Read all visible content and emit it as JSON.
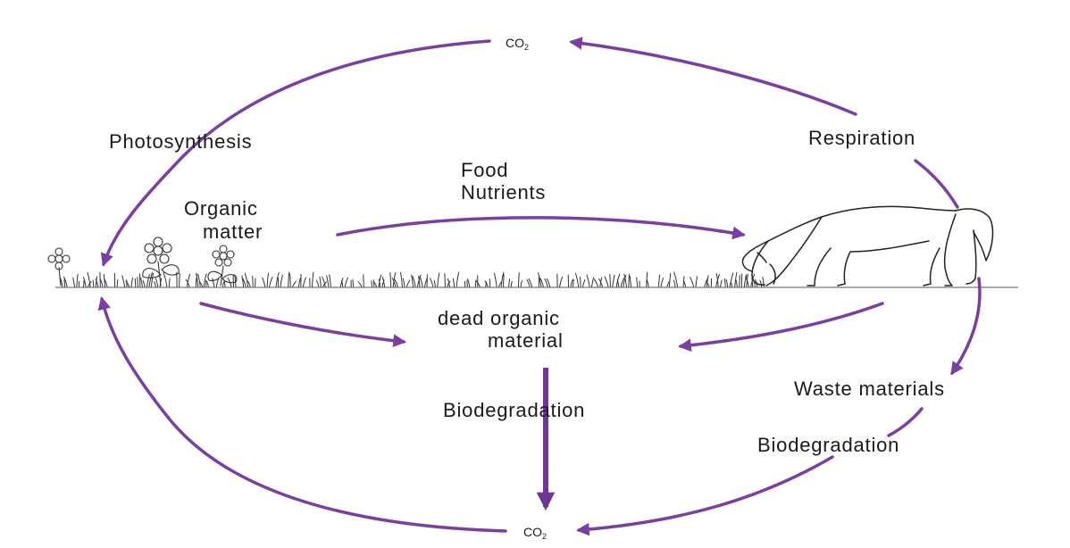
{
  "diagram": {
    "top_gas": {
      "text": "CO",
      "subscript": "2"
    },
    "bottom_gas": {
      "text": "CO",
      "subscript": "2"
    },
    "labels": {
      "photosynthesis": "Photosynthesis",
      "respiration": "Respiration",
      "food": "Food",
      "nutrients": "Nutrients",
      "organic": "Organic",
      "matter": "matter",
      "dead_organic": "dead organic",
      "material": "material",
      "biodegradation_center": "Biodegradation",
      "waste_materials": "Waste materials",
      "biodegradation_right": "Biodegradation"
    },
    "colors": {
      "arrow": "#7a3fa0",
      "ink": "#222222",
      "background": "#ffffff"
    },
    "icons": [
      "flower-icon",
      "grass-icon",
      "horse-icon"
    ]
  }
}
